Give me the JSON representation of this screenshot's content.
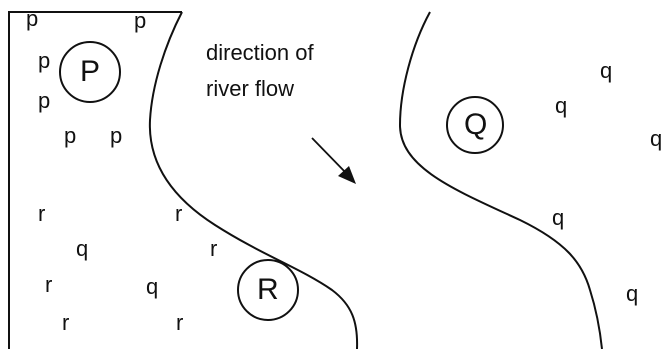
{
  "caption": {
    "line1": "direction of",
    "line2": "river flow"
  },
  "settlements": {
    "p_label": "P",
    "q_label": "Q",
    "r_label": "R"
  },
  "symbols": {
    "p": "p",
    "q": "q",
    "r": "r"
  },
  "colors": {
    "ink": "#111111",
    "background": "#ffffff"
  }
}
